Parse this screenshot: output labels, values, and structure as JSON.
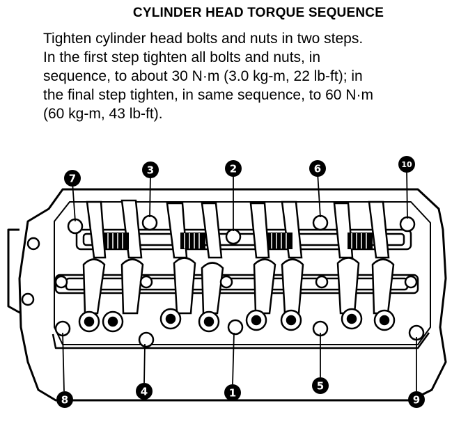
{
  "title": "CYLINDER HEAD TORQUE SEQUENCE",
  "instructions": {
    "line1": "Tighten cylinder head bolts and nuts in two steps.",
    "line2": "In the first step tighten all bolts and nuts, in",
    "line3": "sequence, to about 30 N·m (3.0 kg-m, 22 lb-ft); in",
    "line4": "the final step tighten, in same sequence, to 60 N·m",
    "line5": "(60 kg-m, 43 lb-ft)."
  },
  "callouts": {
    "c1": "1",
    "c2": "2",
    "c3": "3",
    "c4": "4",
    "c5": "5",
    "c6": "6",
    "c7": "7",
    "c8": "8",
    "c9": "9",
    "c10": "10"
  },
  "colors": {
    "ink": "#000000",
    "paper": "#ffffff"
  }
}
